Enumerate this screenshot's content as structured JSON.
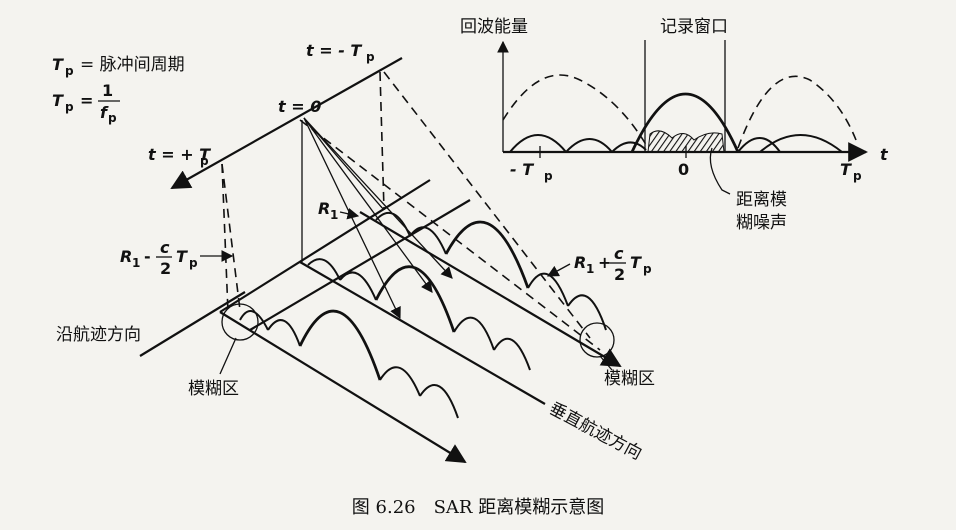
{
  "definitions": {
    "tp_label": "T",
    "tp_sub": "p",
    "tp_def": "= 脉冲间周期",
    "tp_eq_lhs": "T",
    "tp_eq_sub": "p",
    "tp_eq_sign": "=",
    "tp_num": "1",
    "tp_den": "f",
    "tp_den_sub": "p"
  },
  "time_labels": {
    "t_minus": "t = - T",
    "t_minus_sub": "p",
    "t_zero": "t = 0",
    "t_plus": "t = + T",
    "t_plus_sub": "p"
  },
  "range_labels": {
    "r1": "R",
    "r1_sub": "1",
    "r1_minus_pre": "R",
    "r1_minus_sub": "1",
    "r1_minus_mid": "-",
    "r1_minus_c": "c",
    "r1_minus_two": "2",
    "r1_minus_tp": "T",
    "r1_minus_tp_sub": "p",
    "r1_plus_pre": "R",
    "r1_plus_sub": "1",
    "r1_plus_mid": "+",
    "r1_plus_c": "c",
    "r1_plus_two": "2",
    "r1_plus_tp": "T",
    "r1_plus_tp_sub": "p"
  },
  "inset": {
    "ylabel": "回波能量",
    "window_label": "记录窗口",
    "tick_minus": "- T",
    "tick_minus_sub": "p",
    "tick_zero": "0",
    "tick_plus": "T",
    "tick_plus_sub": "p",
    "axis_t": "t",
    "noise_label_1": "距离模",
    "noise_label_2": "糊噪声"
  },
  "directions": {
    "along_track": "沿航迹方向",
    "cross_track": "垂直航迹方向"
  },
  "ambiguity_zone_left": "模糊区",
  "ambiguity_zone_right": "模糊区",
  "caption": "图 6.26　SAR 距离模糊示意图"
}
